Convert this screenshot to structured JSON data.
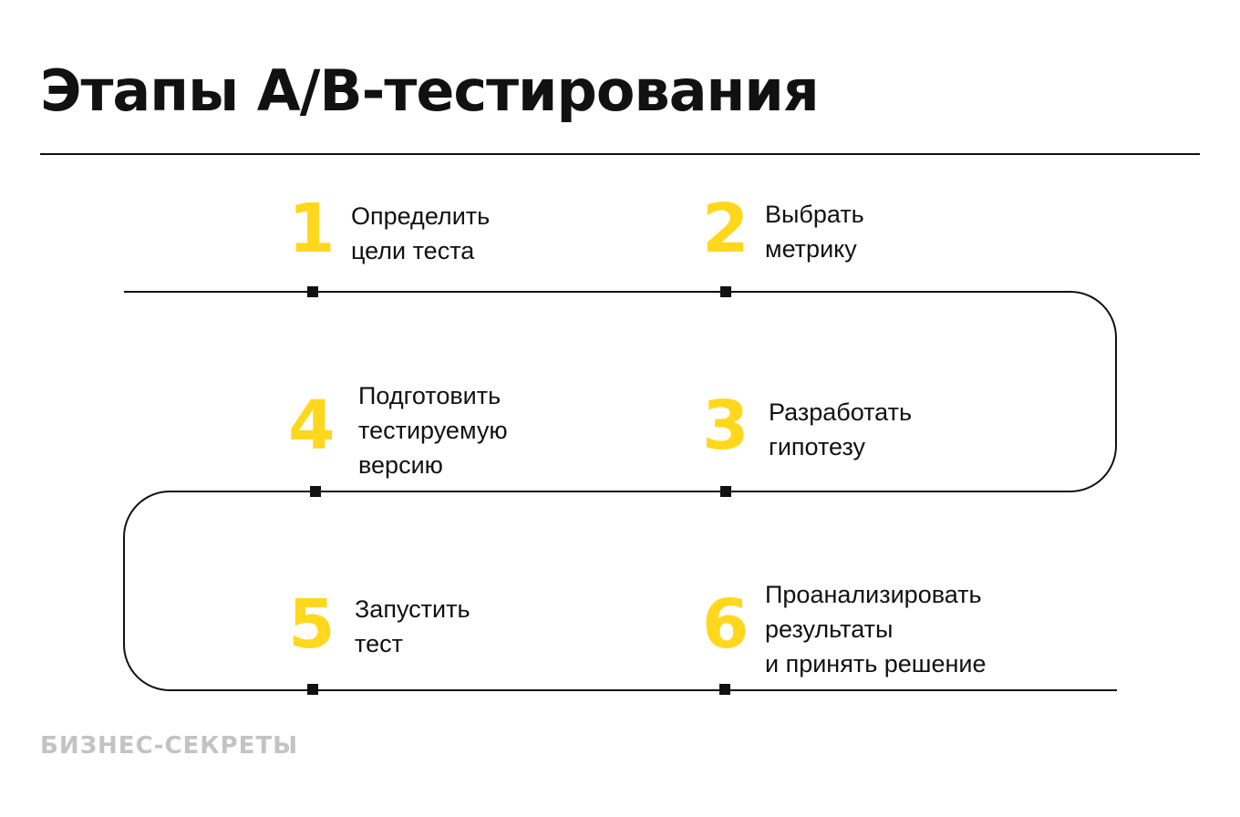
{
  "title": "Этапы А/В-тестирования",
  "brand": "БИЗНЕС-СЕКРЕТЫ",
  "colors": {
    "accent": "#FFD81E",
    "ink": "#111111",
    "brand": "#C3C3C3"
  },
  "steps": [
    {
      "number": "1",
      "label": "Определить\nцели теста"
    },
    {
      "number": "2",
      "label": "Выбрать\nметрику"
    },
    {
      "number": "3",
      "label": "Разработать\nгипотезу"
    },
    {
      "number": "4",
      "label": "Подготовить\nтестируемую\nверсию"
    },
    {
      "number": "5",
      "label": "Запустить\nтест"
    },
    {
      "number": "6",
      "label": "Проанализировать\nрезультаты\nи принять решение"
    }
  ]
}
